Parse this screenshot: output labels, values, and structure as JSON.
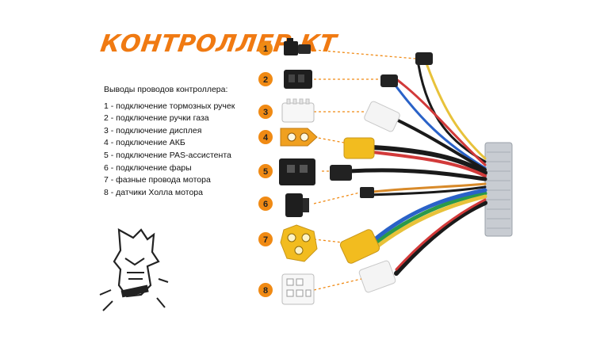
{
  "title": "КОНТРОЛЛЕР КТ",
  "legend": {
    "heading": "Выводы проводов контроллера:",
    "lines": [
      "1 - подключение тормозных ручек",
      "2 - подключение ручки газа",
      "3 - подключение дисплея",
      "4 - подключение АКБ",
      "5 - подключение PAS-ассистента",
      "6 - подключение фары",
      "7 - фазные провода мотора",
      "8 - датчики Холла мотора"
    ]
  },
  "badges": [
    "1",
    "2",
    "3",
    "4",
    "5",
    "6",
    "7",
    "8"
  ],
  "colors": {
    "accent": "#f07a12",
    "badge": "#f08a14",
    "connector_yellow": "#f2bc1f",
    "controller_body": "#c8ccd2",
    "wire_black": "#1a1a1a"
  },
  "icons": [
    "bear-logo-icon"
  ]
}
